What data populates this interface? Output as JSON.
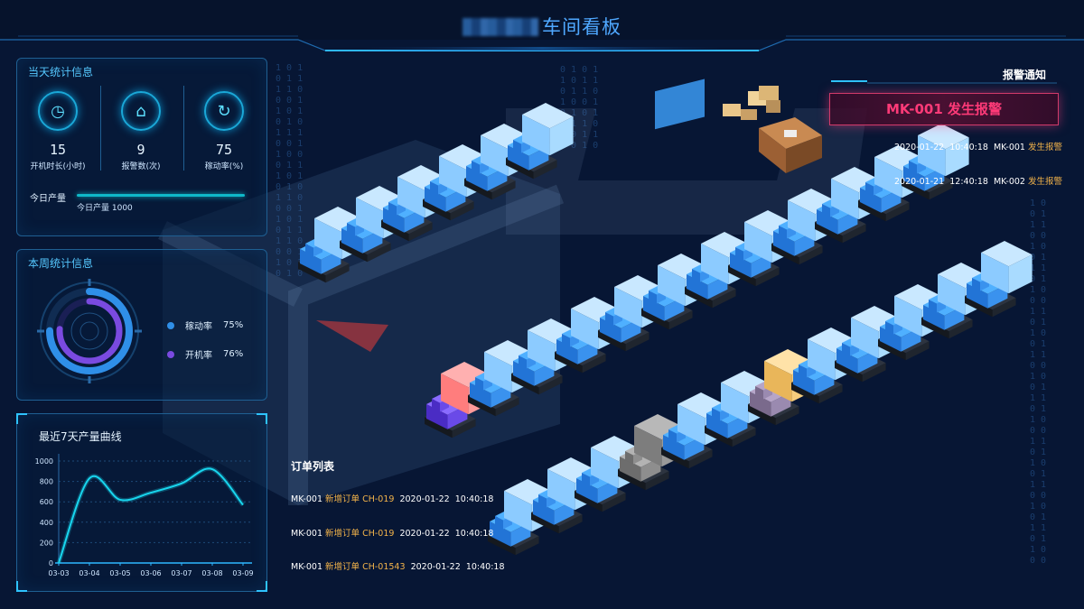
{
  "header": {
    "title": "车间看板"
  },
  "today_panel": {
    "title": "当天统计信息",
    "stats": [
      {
        "icon": "clock-icon",
        "value": "15",
        "label": "开机时长(小时)"
      },
      {
        "icon": "router-icon",
        "value": "9",
        "label": "报警数(次)"
      },
      {
        "icon": "refresh-icon",
        "value": "75",
        "label": "稼动率(%)"
      }
    ],
    "production_label": "今日产量",
    "production_value_text": "今日产量 1000",
    "production_value": 1000
  },
  "week_panel": {
    "title": "本周统计信息",
    "metrics": [
      {
        "label": "稼动率",
        "value_text": "75%",
        "value": 75,
        "color": "#2f8fe8"
      },
      {
        "label": "开机率",
        "value_text": "76%",
        "value": 76,
        "color": "#7a4ae0"
      }
    ]
  },
  "curve_panel": {
    "title": "最近7天产量曲线"
  },
  "chart_data": {
    "type": "line",
    "title": "最近7天产量曲线",
    "categories": [
      "03-03",
      "03-04",
      "03-05",
      "03-06",
      "03-07",
      "03-08",
      "03-09"
    ],
    "values": [
      0,
      830,
      620,
      690,
      780,
      920,
      570
    ],
    "yticks": [
      "0",
      "200",
      "400",
      "600",
      "800",
      "1000"
    ],
    "ylim": [
      0,
      1000
    ],
    "grid": true,
    "color": "#18d6ee"
  },
  "orders": {
    "title": "订单列表",
    "rows": [
      {
        "machine": "MK-001",
        "type": "新增订单",
        "order_no": "CH-019",
        "date": "2020-01-22",
        "time": "10:40:18"
      },
      {
        "machine": "MK-001",
        "type": "新增订单",
        "order_no": "CH-019",
        "date": "2020-01-22",
        "time": "10:40:18"
      },
      {
        "machine": "MK-001",
        "type": "新增订单",
        "order_no": "CH-01543",
        "date": "2020-01-22",
        "time": "10:40:18"
      }
    ]
  },
  "alarms": {
    "title": "报警通知",
    "highlight": "MK-001 发生报警",
    "rows": [
      {
        "date": "2020-01-22",
        "time": "10:40:18",
        "machine": "MK-001",
        "status": "发生报警"
      },
      {
        "date": "2020-01-21",
        "time": "12:40:18",
        "machine": "MK-002",
        "status": "发生报警"
      }
    ]
  },
  "colors": {
    "accent": "#2ec3ff",
    "alarm": "#ff3a78",
    "highlight": "#f2b34a",
    "background": "#071634"
  }
}
